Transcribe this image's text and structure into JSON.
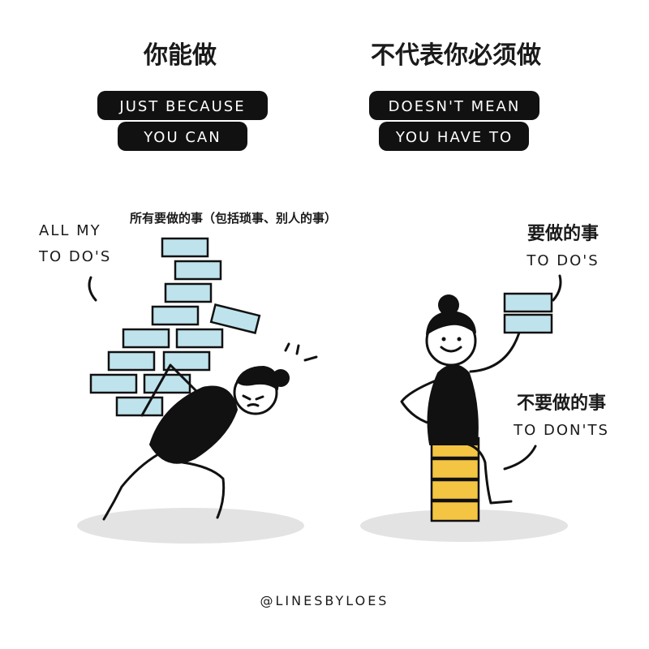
{
  "headings": {
    "left_cn": "你能做",
    "right_cn": "不代表你必须做"
  },
  "pills": {
    "left": [
      "JUST BECAUSE",
      "YOU CAN"
    ],
    "right": [
      "DOESN'T MEAN",
      "YOU HAVE TO"
    ]
  },
  "left_panel": {
    "label_en": [
      "ALL MY",
      "TO DO'S"
    ],
    "label_cn": "所有要做的事（包括琐事、别人的事）"
  },
  "right_panel": {
    "todo_cn": "要做的事",
    "todo_en": "TO DO'S",
    "dont_cn": "不要做的事",
    "dont_en": "TO DON'TS"
  },
  "credit": "@LINESBYLOES",
  "colors": {
    "ink": "#111111",
    "todo_brick": "#bfe3ec",
    "dont_brick": "#f4c542",
    "shadow": "#e3e3e3",
    "pill": "#111111"
  }
}
